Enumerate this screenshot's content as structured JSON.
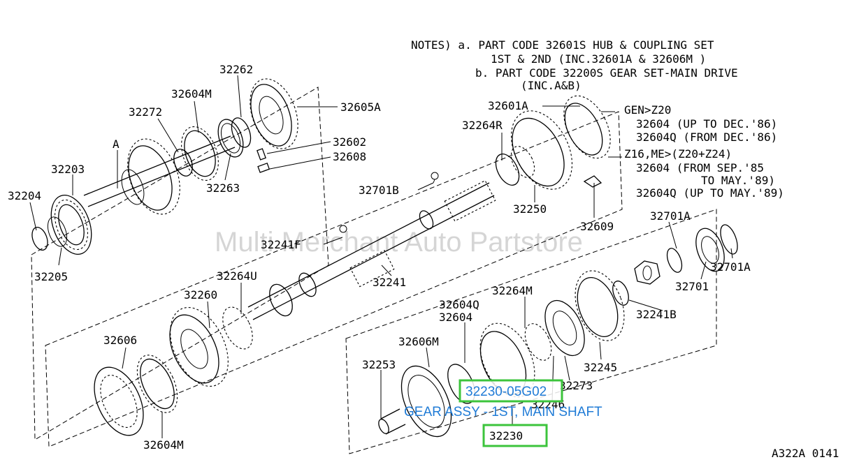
{
  "notes": {
    "line1": "NOTES)  a. PART CODE 32601S HUB & COUPLING SET",
    "line2": "1ST & 2ND (INC.32601A &  32606M )",
    "line3": "b. PART CODE 32200S GEAR SET-MAIN DRIVE",
    "line4": "(INC.A&B)"
  },
  "variant_notes": {
    "gen": "GEN>Z20",
    "gen_a": "32604   (UP TO DEC.'86)",
    "gen_b": "32604Q  (FROM DEC.'86)",
    "z16": "Z16,ME>(Z20+Z24)",
    "z16_a": "32604   (FROM SEP.'85",
    "z16_a2": "TO MAY.'89)",
    "z16_b": "32604Q  (UP TO MAY.'89)"
  },
  "labels": {
    "p32262": "32262",
    "p32604M_top": "32604M",
    "p32272": "32272",
    "p32605A": "32605A",
    "p32602": "32602",
    "p32608": "32608",
    "p32263": "32263",
    "pA": "A",
    "p32203": "32203",
    "p32204": "32204",
    "p32205": "32205",
    "p32601A": "32601A",
    "p32264R": "32264R",
    "p32701B": "32701B",
    "p32250": "32250",
    "p32609": "32609",
    "p32701A_top": "32701A",
    "p32701A_bottom": "32701A",
    "p32701": "32701",
    "p32241F": "32241F",
    "p32241": "32241",
    "p32264U": "32264U",
    "p32260": "32260",
    "p32241B": "32241B",
    "p32264M": "32264M",
    "p32604Q": "32604Q",
    "p32604": "32604",
    "p32606_top": "32606",
    "p32606M": "32606M",
    "p32245": "32245",
    "p32253": "32253",
    "p32273": "32273",
    "p32246": "32246",
    "p32604M_bottom": "32604M",
    "p32230": "32230",
    "code": "A322A 0141"
  },
  "watermark": "Multi Merchant Auto Partstore",
  "highlight": {
    "part_number": "32230-05G02",
    "description": "GEAR ASSY - 1ST, MAIN SHAFT"
  },
  "colors": {
    "highlight_border": "#3cc43c",
    "highlight_text": "#1f7bd6"
  }
}
